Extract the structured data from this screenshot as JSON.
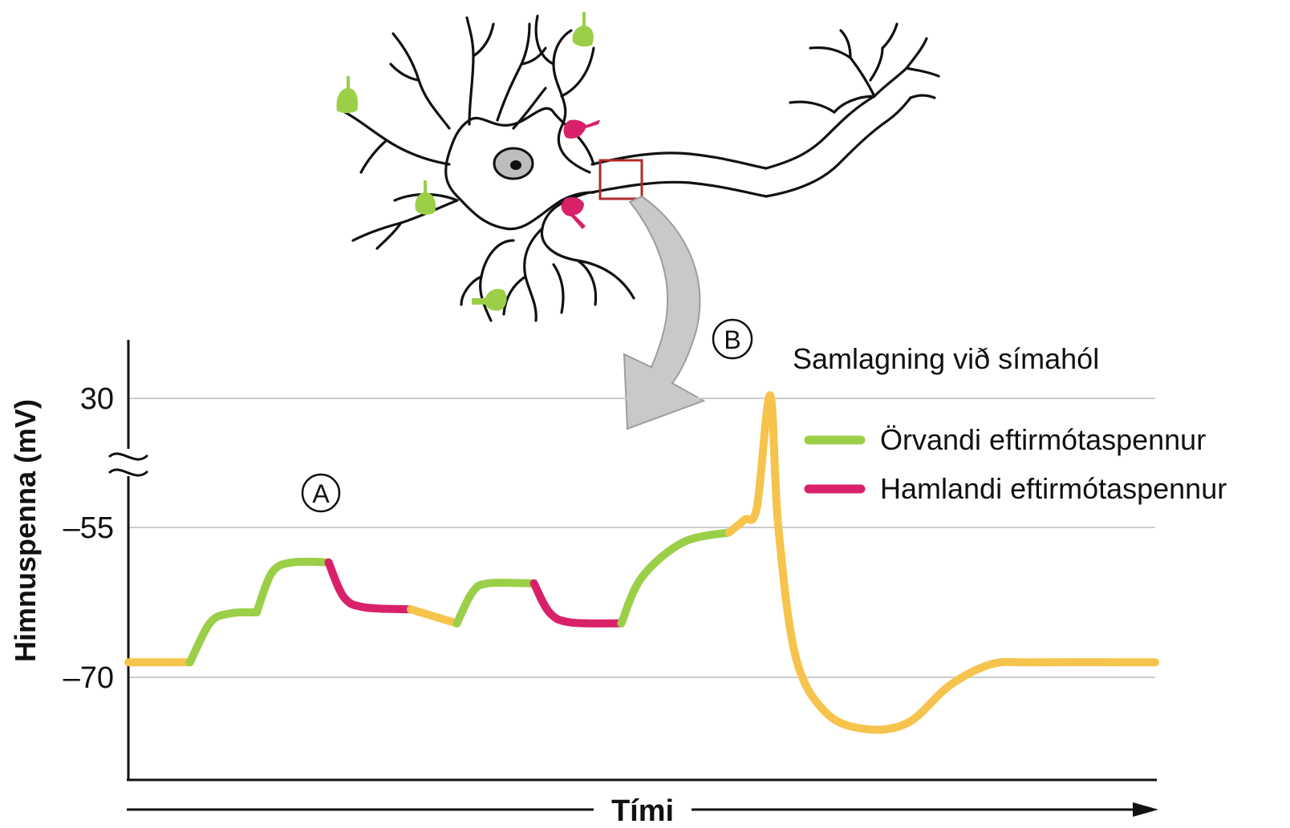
{
  "colors": {
    "excitatory": "#9bcf48",
    "inhibitory": "#d9216a",
    "baseline": "#f6c44c",
    "grid": "#cccccc",
    "axis": "#111111",
    "arrow_fill": "#c9c9cb",
    "zoom_box": "#b02a2a"
  },
  "neuron": {
    "labels": {
      "b": "B"
    }
  },
  "legend": {
    "title": "Samlagning við símahól",
    "items": [
      {
        "label": "Örvandi eftirmótaspennur",
        "color": "#9bcf48"
      },
      {
        "label": "Hamlandi eftirmótaspennur",
        "color": "#d9216a"
      }
    ]
  },
  "chart_data": {
    "type": "line",
    "ylabel": "Himnuspenna (mV)",
    "xlabel": "Tími",
    "y_ticks": [
      "30",
      "–55",
      "–70"
    ],
    "axis_break": true,
    "marker_a": "A",
    "segments": [
      {
        "kind": "baseline",
        "points": [
          [
            0,
            -68.5
          ],
          [
            6,
            -68.5
          ]
        ]
      },
      {
        "kind": "excitatory",
        "points": [
          [
            6,
            -68.5
          ],
          [
            8,
            -64.5
          ],
          [
            10,
            -63.6
          ],
          [
            12.5,
            -63.5
          ]
        ]
      },
      {
        "kind": "excitatory",
        "points": [
          [
            12.5,
            -63.5
          ],
          [
            14,
            -59.5
          ],
          [
            16,
            -58.5
          ],
          [
            19.5,
            -58.5
          ]
        ]
      },
      {
        "kind": "inhibitory",
        "points": [
          [
            19.5,
            -58.5
          ],
          [
            21,
            -62
          ],
          [
            23,
            -63
          ],
          [
            27.5,
            -63.2
          ]
        ]
      },
      {
        "kind": "baseline",
        "points": [
          [
            27.5,
            -63.2
          ],
          [
            32,
            -64.6
          ]
        ]
      },
      {
        "kind": "excitatory",
        "points": [
          [
            32,
            -64.6
          ],
          [
            33.5,
            -61.5
          ],
          [
            35,
            -60.6
          ],
          [
            39.5,
            -60.6
          ]
        ]
      },
      {
        "kind": "inhibitory",
        "points": [
          [
            39.5,
            -60.6
          ],
          [
            41,
            -63.5
          ],
          [
            43,
            -64.5
          ],
          [
            48,
            -64.6
          ]
        ]
      },
      {
        "kind": "excitatory",
        "points": [
          [
            48,
            -64.6
          ],
          [
            50,
            -60
          ],
          [
            54,
            -56.5
          ],
          [
            58.5,
            -55.5
          ]
        ]
      },
      {
        "kind": "baseline",
        "points": [
          [
            58.5,
            -55.5
          ],
          [
            60,
            -50
          ],
          [
            61.2,
            -42
          ],
          [
            62.5,
            32
          ],
          [
            63.3,
            -55
          ],
          [
            65,
            -68
          ],
          [
            68,
            -73.6
          ],
          [
            72,
            -75.2
          ],
          [
            76,
            -74.5
          ],
          [
            80,
            -70.8
          ],
          [
            84,
            -68.7
          ],
          [
            88,
            -68.5
          ],
          [
            100,
            -68.5
          ]
        ]
      }
    ]
  }
}
